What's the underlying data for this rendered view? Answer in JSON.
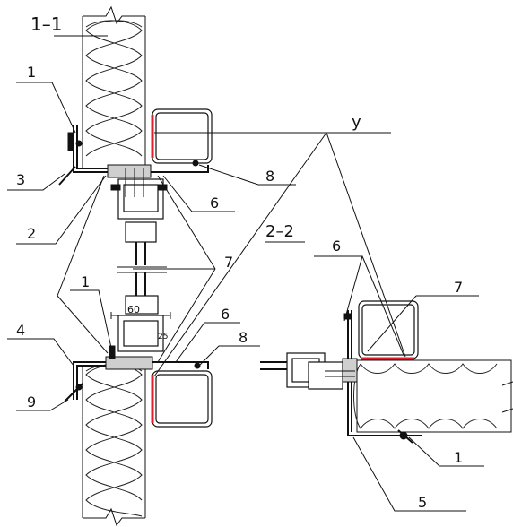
{
  "labels": {
    "section_1_1": "1–1",
    "section_2_2": "2–2",
    "callout_y": "у",
    "dim_60": "60",
    "dim_25": "25",
    "n1a": "1",
    "n3": "3",
    "n2": "2",
    "n8a": "8",
    "n6a": "6",
    "n1b": "1",
    "n4": "4",
    "n9": "9",
    "n6b": "6",
    "n8b": "8",
    "n7a": "7",
    "n6c": "6",
    "n7b": "7",
    "n1c": "1",
    "n5": "5"
  },
  "colors": {
    "line": "#111111",
    "highlight": "#e0202a",
    "sealant": "#cfcfcf"
  }
}
